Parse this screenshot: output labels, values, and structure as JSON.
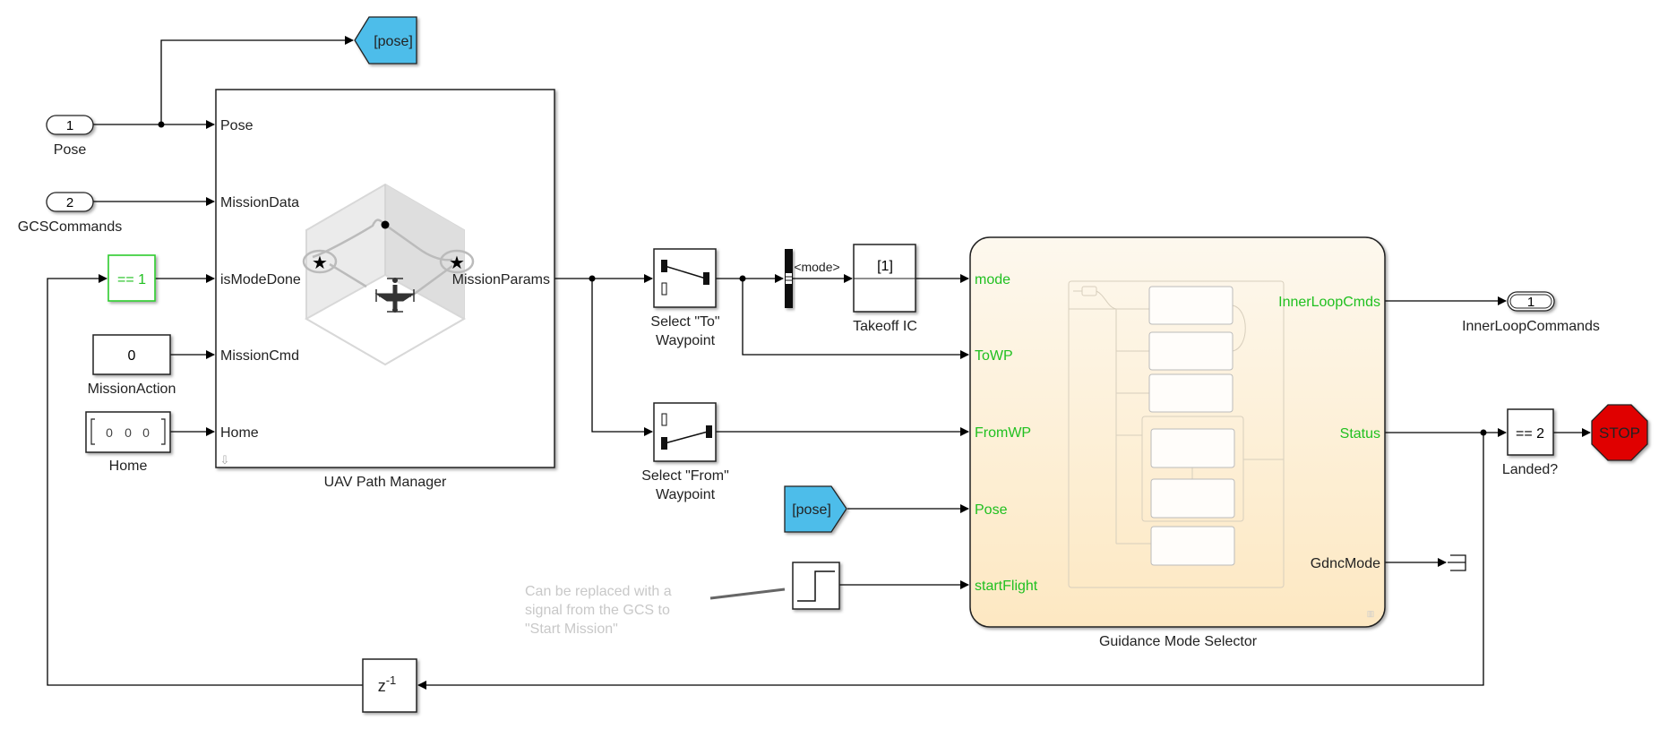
{
  "colors": {
    "goto_from": "#4dbdea",
    "green_port": "#20c020",
    "compare_border": "#2ecc2e",
    "stop_red": "#e00000",
    "chart_fill_top": "#fdf7ea",
    "chart_fill_bottom": "#fde9c4",
    "annotation": "#c8c8c8"
  },
  "inports": [
    {
      "number": "1",
      "name": "Pose"
    },
    {
      "number": "2",
      "name": "GCSCommands"
    }
  ],
  "outport": {
    "number": "1",
    "name": "InnerLoopCommands"
  },
  "goto_tag": "[pose]",
  "from_tag": "[pose]",
  "compare_mode_done": {
    "expr": "== 1"
  },
  "mission_action": {
    "value": "0",
    "name": "MissionAction"
  },
  "home_const": {
    "values": [
      "0",
      "0",
      "0"
    ],
    "name": "Home"
  },
  "uav_path_manager": {
    "name": "UAV Path Manager",
    "inputs": [
      "Pose",
      "MissionData",
      "isModeDone",
      "MissionCmd",
      "Home"
    ],
    "outputs": [
      "MissionParams"
    ]
  },
  "select_to": {
    "name_line1": "Select \"To\"",
    "name_line2": "Waypoint"
  },
  "select_from": {
    "name_line1": "Select \"From\"",
    "name_line2": "Waypoint"
  },
  "bus_selector": {
    "signal": "<mode>"
  },
  "takeoff_ic": {
    "value": "[1]",
    "name": "Takeoff IC"
  },
  "annotation": {
    "line1": "Can be replaced with a",
    "line2": "signal from the GCS to",
    "line3": "\"Start Mission\""
  },
  "guidance_mode_selector": {
    "name": "Guidance Mode Selector",
    "inputs": [
      "mode",
      "ToWP",
      "FromWP",
      "Pose",
      "startFlight"
    ],
    "outputs": [
      "InnerLoopCmds",
      "Status",
      "GdncMode"
    ]
  },
  "landed_compare": {
    "expr": "== 2",
    "name": "Landed?"
  },
  "stop_block": {
    "label": "STOP"
  },
  "unit_delay": {
    "base": "z",
    "exp": "-1"
  }
}
